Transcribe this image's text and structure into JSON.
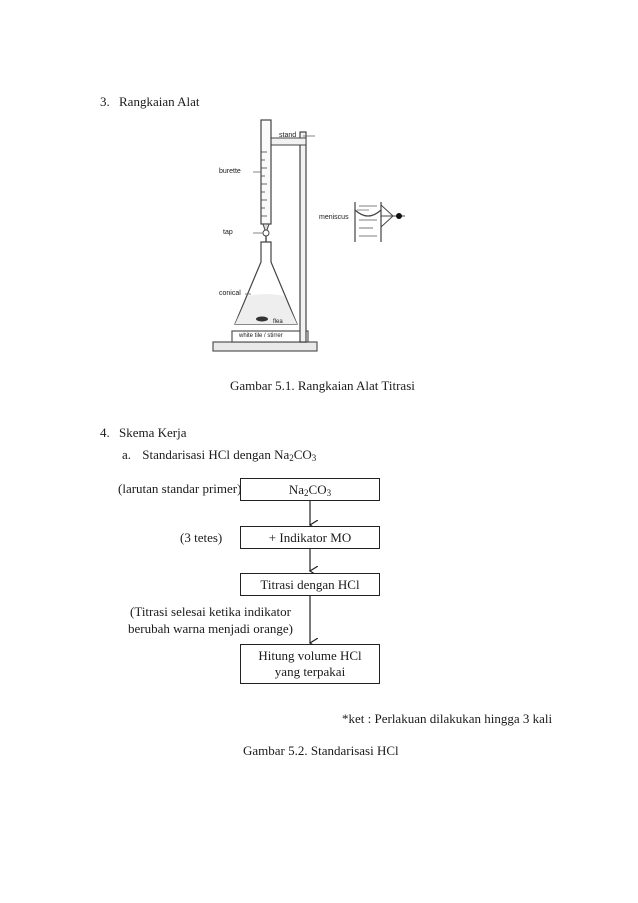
{
  "section3": {
    "number": "3.",
    "title": "Rangkaian Alat"
  },
  "figure1": {
    "labels": {
      "stand": "stand",
      "burette": "burette",
      "tap": "tap",
      "conical": "conical",
      "flea": "flea",
      "tile": "white tile / stirrer",
      "meniscus": "meniscus"
    },
    "caption": "Gambar 5.1. Rangkaian Alat Titrasi"
  },
  "section4": {
    "number": "4.",
    "title": "Skema Kerja",
    "sub_a": {
      "letter": "a.",
      "text": "Standarisasi HCl dengan Na",
      "sub1": "2",
      "text2": "CO",
      "sub2": "3"
    }
  },
  "flowchart": {
    "box1": {
      "text": "Na",
      "sub1": "2",
      "text2": "CO",
      "sub2": "3"
    },
    "note1": "(larutan standar primer)",
    "box2": "+ Indikator MO",
    "note2": "(3 tetes)",
    "box3": "Titrasi dengan HCl",
    "note3_line1": "(Titrasi selesai ketika indikator",
    "note3_line2": "berubah warna menjadi orange)",
    "box4_line1": "Hitung volume HCl",
    "box4_line2": "yang terpakai",
    "ket": "*ket : Perlakuan dilakukan hingga 3 kali",
    "caption": "Gambar 5.2. Standarisasi HCl"
  }
}
